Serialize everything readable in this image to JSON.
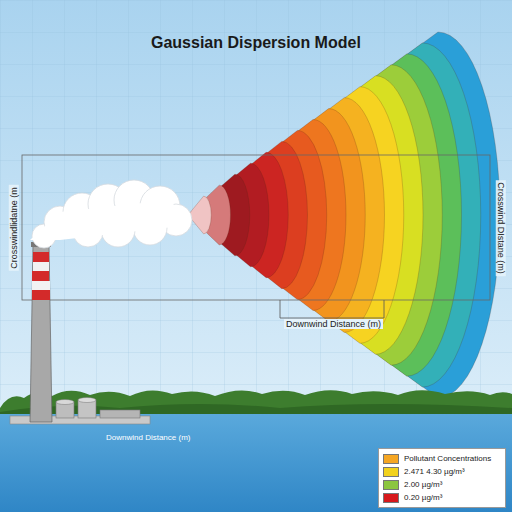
{
  "diagram": {
    "title": "Gaussian Dispersion Model",
    "labels": [
      "Crosswindlidatne (m",
      "Crosswind DIstane (m)",
      "Downwind Distance (m)",
      "Downwind Distance (m)"
    ],
    "legend": [
      {
        "text": "Pollutant Concentrations",
        "color": "#f5a623"
      },
      {
        "text": "2.471 4.30 µg/m³",
        "color": "#f2d21c"
      },
      {
        "text": "2.00 µg/m³",
        "color": "#8cc63f"
      },
      {
        "text": "0.20 µg/m³",
        "color": "#d7191c"
      }
    ]
  }
}
